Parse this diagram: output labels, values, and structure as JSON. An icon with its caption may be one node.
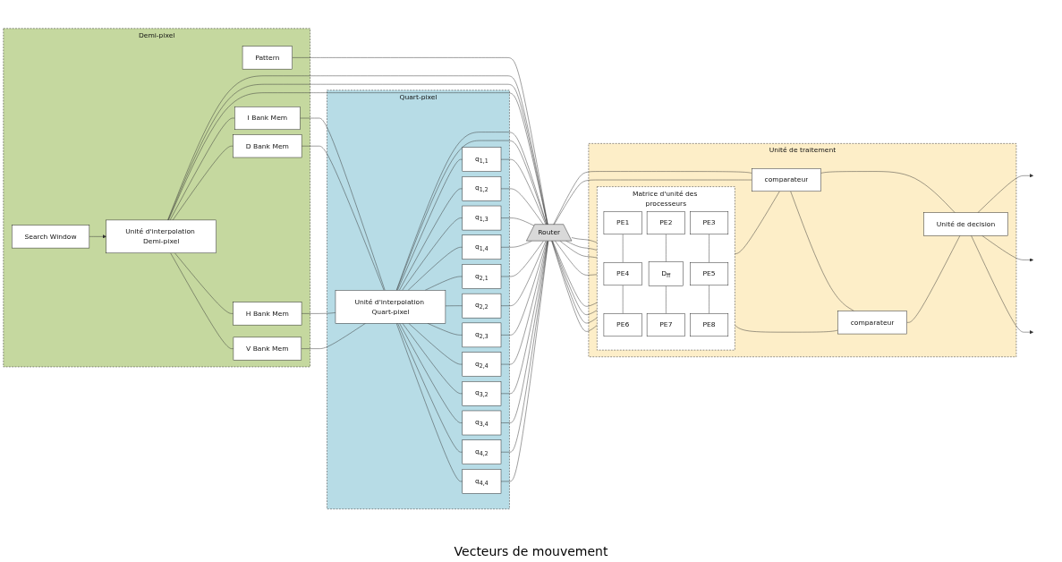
{
  "diagram": {
    "nodes": [
      {
        "text": [
          "Demi-pixel"
        ]
      },
      {
        "text": [
          "Pattern"
        ],
        "in": 0
      },
      {
        "text": [
          "Search Window"
        ],
        "in": 0
      },
      {
        "text": [
          "Unité d'interpolation Demi-pixel"
        ],
        "in": 0
      },
      {
        "text": [
          "I Bank Mem"
        ],
        "in": 0
      },
      {
        "text": [
          "D Bank Mem"
        ],
        "in": 0
      },
      {
        "text": [
          "H Bank Mem"
        ],
        "in": 0
      },
      {
        "text": [
          "V Bank Mem"
        ],
        "in": 0
      },
      {
        "text": [
          "Quart-pixel"
        ]
      },
      {
        "text": [
          "Unité d'interpolation Quart-pixel"
        ],
        "in": 8
      },
      {
        "text": [
          "q$_{1,1}$"
        ],
        "in": 8
      },
      {
        "text": [
          "q$_{1,2}$"
        ],
        "in": 8
      },
      {
        "text": [
          "q$_{1,3}$"
        ],
        "in": 8
      },
      {
        "text": [
          "q$_{1,4}$"
        ],
        "in": 8
      },
      {
        "text": [
          "q$_{2,1}$"
        ],
        "in": 8
      },
      {
        "text": [
          "q$_{2,2}$"
        ],
        "in": 8
      },
      {
        "text": [
          "q$_{2,3}$"
        ],
        "in": 8
      },
      {
        "text": [
          "q$_{2,4}$"
        ],
        "in": 8
      },
      {
        "text": [
          "q$_{3,2}$"
        ],
        "in": 8
      },
      {
        "text": [
          "q$_{3,4}$"
        ],
        "in": 8
      },
      {
        "text": [
          "q$_{4,2}$"
        ],
        "in": 8
      },
      {
        "text": [
          "q$_{4,4}$"
        ],
        "in": 8
      },
      {
        "text": [
          "Router"
        ]
      },
      {
        "text": [
          "Unité de traitement"
        ]
      },
      {
        "text": [
          "Matrice d'unité des processeurs"
        ],
        "in": 23
      },
      {
        "text": [
          "PE1"
        ],
        "in": 24
      },
      {
        "text": [
          "PE2"
        ],
        "in": 24
      },
      {
        "text": [
          "PE3"
        ],
        "in": 24
      },
      {
        "text": [
          "PE4"
        ],
        "in": 24
      },
      {
        "text": [
          "D$_{ff}$"
        ],
        "in": 24
      },
      {
        "text": [
          "PE5"
        ],
        "in": 24
      },
      {
        "text": [
          "PE6"
        ],
        "in": 24
      },
      {
        "text": [
          "PE7"
        ],
        "in": 24
      },
      {
        "text": [
          "PE8"
        ],
        "in": 24
      },
      {
        "text": [
          "comparateur"
        ],
        "in": 23
      },
      {
        "text": [
          "comparateur"
        ],
        "in": 23
      },
      {
        "text": [
          "Unité de decision"
        ],
        "in": 23
      }
    ],
    "edges": [
      {
        "from": 1,
        "to": 22,
        "arrow": "none"
      },
      {
        "from": 2,
        "to": 3,
        "arrow": "to"
      },
      {
        "from": 3,
        "to": 22,
        "arrow": "none"
      },
      {
        "from": 3,
        "to": 22,
        "arrow": "none"
      },
      {
        "from": 3,
        "to": 22,
        "arrow": "none"
      },
      {
        "from": 3,
        "to": 4,
        "arrow": "none"
      },
      {
        "from": 3,
        "to": 5,
        "arrow": "none"
      },
      {
        "from": 3,
        "to": 6,
        "arrow": "none"
      },
      {
        "from": 3,
        "to": 7,
        "arrow": "none"
      },
      {
        "from": 4,
        "to": 9,
        "arrow": "none"
      },
      {
        "from": 5,
        "to": 9,
        "arrow": "none"
      },
      {
        "from": 6,
        "to": 9,
        "arrow": "none"
      },
      {
        "from": 7,
        "to": 9,
        "arrow": "none"
      },
      {
        "from": 9,
        "to": 10,
        "arrow": "none"
      },
      {
        "from": 9,
        "to": 11,
        "arrow": "none"
      },
      {
        "from": 9,
        "to": 12,
        "arrow": "none"
      },
      {
        "from": 9,
        "to": 13,
        "arrow": "none"
      },
      {
        "from": 9,
        "to": 14,
        "arrow": "none"
      },
      {
        "from": 9,
        "to": 15,
        "arrow": "none"
      },
      {
        "from": 9,
        "to": 16,
        "arrow": "none"
      },
      {
        "from": 9,
        "to": 17,
        "arrow": "none"
      },
      {
        "from": 9,
        "to": 18,
        "arrow": "none"
      },
      {
        "from": 9,
        "to": 19,
        "arrow": "none"
      },
      {
        "from": 9,
        "to": 20,
        "arrow": "none"
      },
      {
        "from": 9,
        "to": 21,
        "arrow": "none"
      },
      {
        "from": 9,
        "to": 22,
        "arrow": "none"
      },
      {
        "from": 9,
        "to": 22,
        "arrow": "none"
      },
      {
        "from": 10,
        "to": 22,
        "arrow": "none"
      },
      {
        "from": 11,
        "to": 22,
        "arrow": "none"
      },
      {
        "from": 12,
        "to": 22,
        "arrow": "none"
      },
      {
        "from": 13,
        "to": 22,
        "arrow": "none"
      },
      {
        "from": 14,
        "to": 22,
        "arrow": "none"
      },
      {
        "from": 15,
        "to": 22,
        "arrow": "none"
      },
      {
        "from": 16,
        "to": 22,
        "arrow": "none"
      },
      {
        "from": 17,
        "to": 22,
        "arrow": "none"
      },
      {
        "from": 18,
        "to": 22,
        "arrow": "none"
      },
      {
        "from": 19,
        "to": 22,
        "arrow": "none"
      },
      {
        "from": 20,
        "to": 22,
        "arrow": "none"
      },
      {
        "from": 21,
        "to": 22,
        "arrow": "none"
      },
      {
        "from": 22,
        "to": 24,
        "arrow": "none"
      },
      {
        "from": 22,
        "to": 24,
        "arrow": "none"
      },
      {
        "from": 22,
        "to": 24,
        "arrow": "none"
      },
      {
        "from": 22,
        "to": 24,
        "arrow": "none"
      },
      {
        "from": 22,
        "to": 24,
        "arrow": "none"
      },
      {
        "from": 22,
        "to": 24,
        "arrow": "none"
      },
      {
        "from": 22,
        "to": 24,
        "arrow": "none"
      },
      {
        "from": 22,
        "to": 24,
        "arrow": "none"
      },
      {
        "from": 22,
        "to": 34,
        "arrow": "none"
      },
      {
        "from": 22,
        "to": 34,
        "arrow": "none"
      },
      {
        "from": 25,
        "to": 28,
        "arrow": "none"
      },
      {
        "from": 28,
        "to": 31,
        "arrow": "none"
      },
      {
        "from": 26,
        "to": 29,
        "arrow": "none"
      },
      {
        "from": 29,
        "to": 32,
        "arrow": "none"
      },
      {
        "from": 27,
        "to": 30,
        "arrow": "none"
      },
      {
        "from": 30,
        "to": 33,
        "arrow": "none"
      },
      {
        "from": 24,
        "to": 34,
        "arrow": "none"
      },
      {
        "from": 24,
        "to": 35,
        "arrow": "none"
      },
      {
        "from": 34,
        "to": 35,
        "arrow": "none"
      },
      {
        "from": 34,
        "to": 36,
        "arrow": "none"
      },
      {
        "from": 35,
        "to": 36,
        "arrow": "none"
      },
      {
        "from": 36,
        "to": null,
        "arrow": "to"
      },
      {
        "from": 36,
        "to": null,
        "arrow": "to"
      },
      {
        "from": 36,
        "to": null,
        "arrow": "to"
      }
    ],
    "labels": [
      "Vecteurs de mouvement"
    ]
  }
}
